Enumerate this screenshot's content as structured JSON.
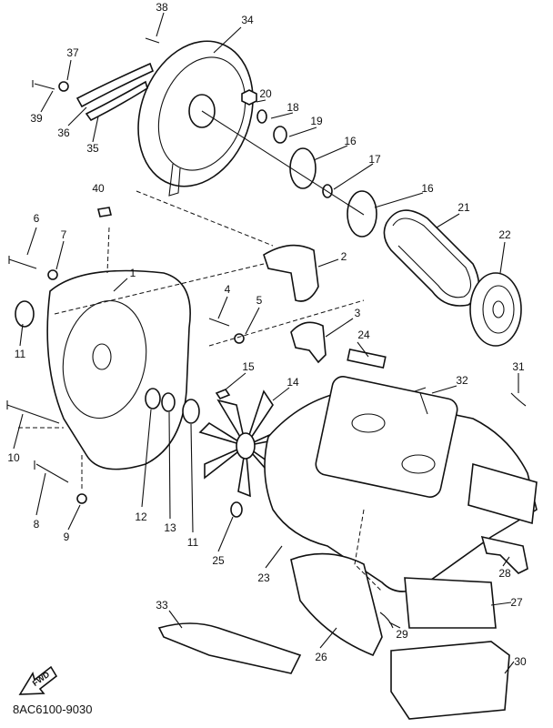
{
  "diagram": {
    "part_code": "8AC6100-9030",
    "fwd_label": "FWD",
    "callouts": [
      "38",
      "34",
      "37",
      "39",
      "36",
      "35",
      "20",
      "18",
      "19",
      "16",
      "17",
      "16",
      "40",
      "21",
      "22",
      "6",
      "7",
      "1",
      "2",
      "4",
      "5",
      "3",
      "11",
      "24",
      "15",
      "14",
      "31",
      "32",
      "10",
      "8",
      "9",
      "12",
      "13",
      "11",
      "25",
      "23",
      "28",
      "27",
      "33",
      "29",
      "26",
      "30"
    ]
  }
}
